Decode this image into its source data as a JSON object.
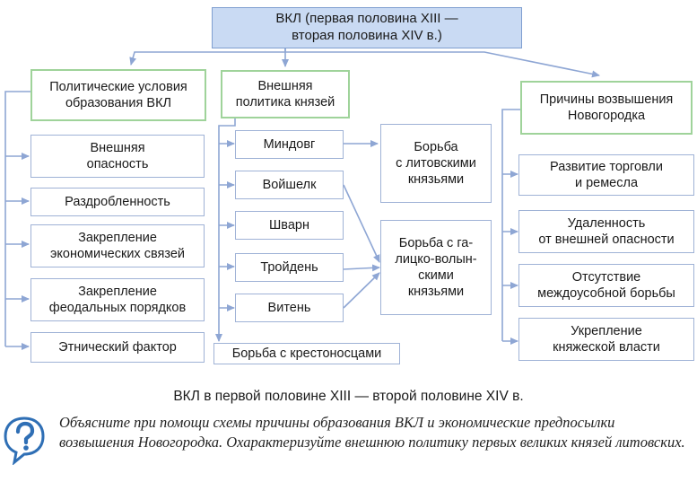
{
  "root": {
    "label": "ВКЛ (первая половина XIII —\nвторая половина XIV в.)"
  },
  "political": {
    "label": "Политические условия\nобразования ВКЛ",
    "items": [
      {
        "label": "Внешняя\nопасность"
      },
      {
        "label": "Раздробленность"
      },
      {
        "label": "Закрепление\nэкономических связей"
      },
      {
        "label": "Закрепление\nфеодальных порядков"
      },
      {
        "label": "Этнический фактор"
      }
    ]
  },
  "foreign": {
    "label": "Внешняя\nполитика князей",
    "princes": [
      {
        "label": "Миндовг"
      },
      {
        "label": "Войшелк"
      },
      {
        "label": "Шварн"
      },
      {
        "label": "Тройдень"
      },
      {
        "label": "Витень"
      }
    ],
    "struggles": [
      {
        "label": "Борьба\nс литовскими\nкнязьями"
      },
      {
        "label": "Борьба с га-\nлицко-волын-\nскими\nкнязьями"
      }
    ],
    "crusaders": {
      "label": "Борьба с крестоносцами"
    }
  },
  "novogrudok": {
    "label": "Причины возвышения\nНовогородка",
    "items": [
      {
        "label": "Развитие торговли\nи ремесла"
      },
      {
        "label": "Удаленность\nот внешней опасности"
      },
      {
        "label": "Отсутствие\nмеждоусобной борьбы"
      },
      {
        "label": "Укрепление\nкняжеской власти"
      }
    ]
  },
  "caption": "ВКЛ в первой половине XIII — второй половине XIV в.",
  "question": "Объясните при помощи схемы причины образования ВКЛ и экономические предпосылки возвышения Новогородка. Охарактеризуйте внешнюю политику первых великих князей литовских.",
  "colors": {
    "line": "#8ea6d4",
    "root_fill": "#c9daf3",
    "head_border": "#9fd39a",
    "box_border": "#9fb2d6",
    "icon": "#2f6fb5"
  }
}
